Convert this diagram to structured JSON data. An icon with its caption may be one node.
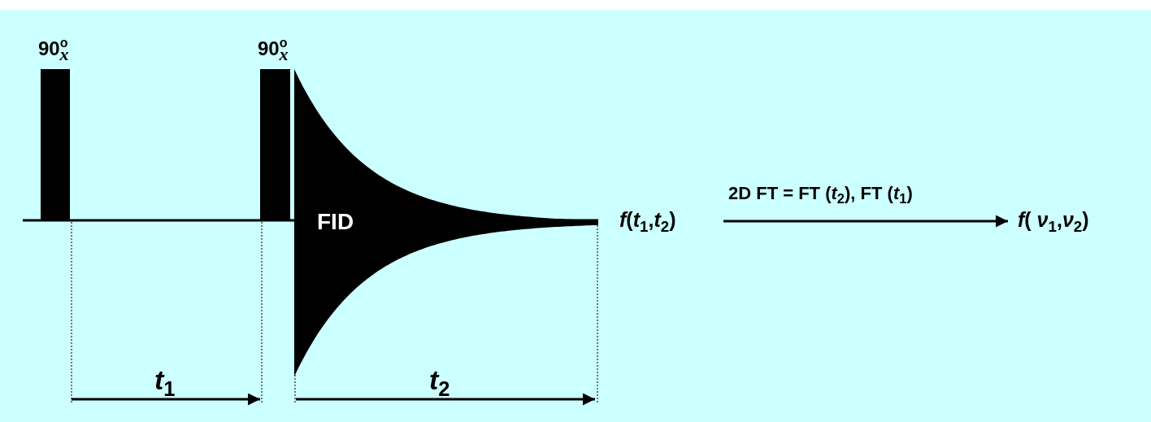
{
  "diagram": {
    "nodes": [
      {
        "text": [],
        "shape": "bar",
        "beside": [
          "90$^{o}$$_{x}$"
        ]
      },
      {
        "text": [],
        "shape": "bar",
        "beside": [
          "90$^{o}$$_{x}$"
        ]
      },
      {
        "text": [
          "FID"
        ]
      },
      {
        "text": [
          "*f*(*t*$_{1}$,*t*$_{2}$)"
        ]
      },
      {
        "text": [
          "*f*( *ν*$_{1}$,*ν*$_{2}$)"
        ]
      }
    ],
    "edges": [
      {
        "from": 3,
        "to": 4,
        "arrow": "to",
        "label": "2D FT = FT (*t*$_{2}$), FT (*t*$_{1}$)"
      }
    ],
    "labels": [
      "*t*$_{1}$",
      "*t*$_{2}$"
    ]
  }
}
